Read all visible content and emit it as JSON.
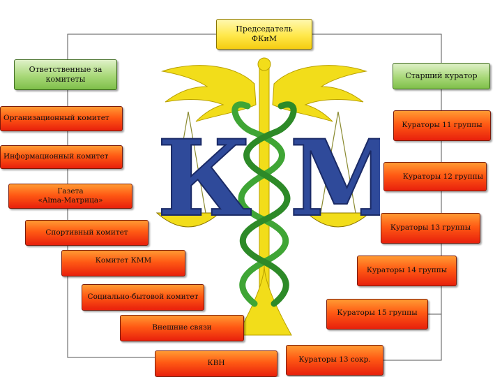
{
  "chairman": {
    "label": "Председатель\nФКиМ"
  },
  "left_branch": {
    "head": "Ответственные за\nкомитеты",
    "items": [
      "Организационный комитет",
      "Информационный комитет",
      "Газета\n«Alma-Матрица»",
      "Спортивный комитет",
      "Комитет КММ",
      "Социально-бытовой комитет",
      "Внешние связи",
      "КВН"
    ]
  },
  "right_branch": {
    "head": "Старший куратор",
    "items": [
      "Кураторы 11 группы",
      "Кураторы 12 группы",
      "Кураторы 13 группы",
      "Кураторы 14 группы",
      "Кураторы 15 группы",
      "Кураторы 13 сокр."
    ]
  },
  "emblem": {
    "letter_left": "К",
    "letter_right": "М"
  },
  "colors": {
    "orange_box": "#ff5a14",
    "green_box": "#a8d878",
    "yellow_box": "#ffe84a",
    "wings": "#f2dd1a",
    "snake": "#3fa535",
    "letters": "#2f4a9a",
    "connector": "#555555"
  }
}
